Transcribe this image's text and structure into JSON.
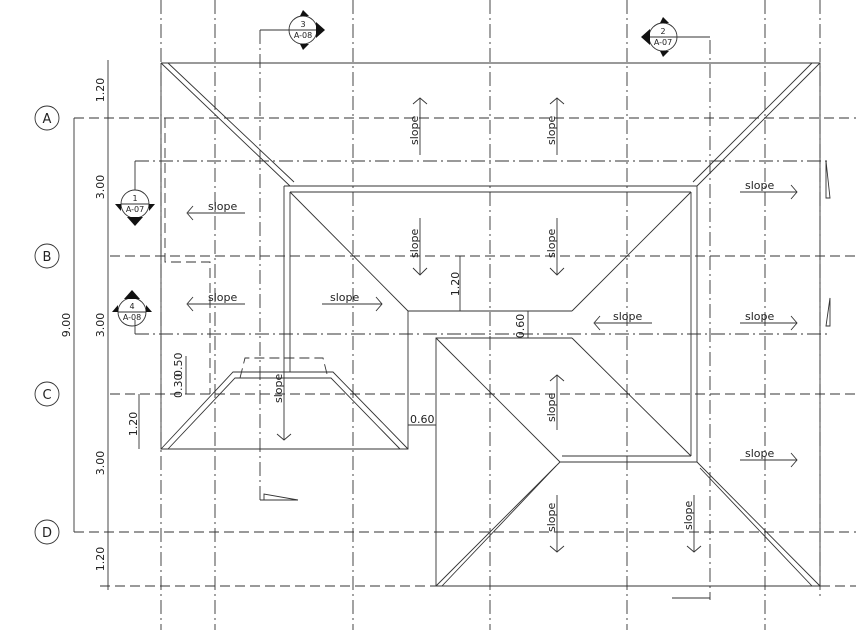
{
  "grid_labels": [
    "A",
    "B",
    "C",
    "D"
  ],
  "dimensions": {
    "overall": "9.00",
    "segments": [
      "1.20",
      "3.00",
      "3.00",
      "3.00",
      "1.20"
    ],
    "small_left": [
      "0.30",
      "0.50",
      "1.20"
    ],
    "ridge_height": "1.20",
    "offset_a": "0.60",
    "offset_b": "0.60"
  },
  "slope_label": "slope",
  "sections": [
    {
      "num": "3",
      "sheet": "A-08"
    },
    {
      "num": "2",
      "sheet": "A-07"
    },
    {
      "num": "1",
      "sheet": "A-07"
    },
    {
      "num": "4",
      "sheet": "A-08"
    }
  ]
}
